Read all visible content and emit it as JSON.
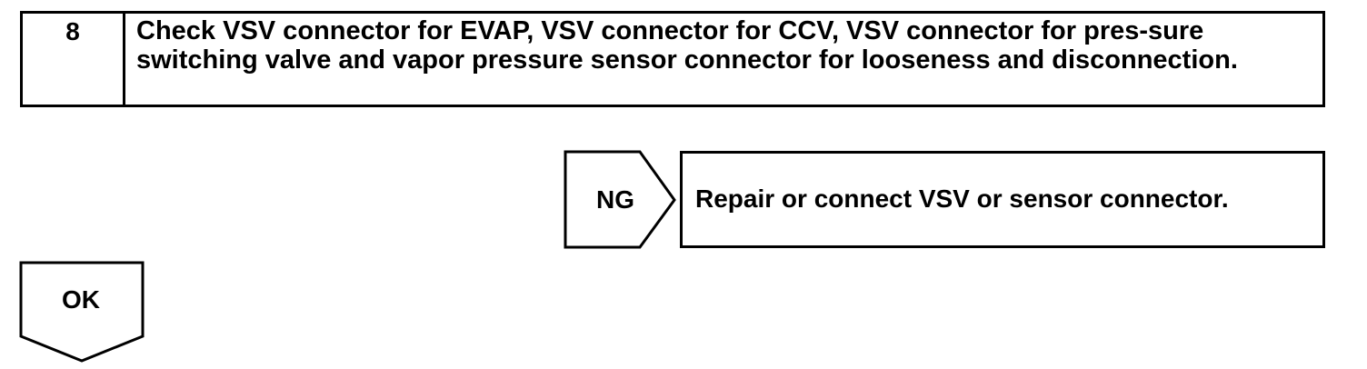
{
  "step": {
    "number": "8",
    "text": "Check VSV connector for EVAP, VSV connector for CCV, VSV connector for pres-sure switching valve and vapor pressure sensor connector for looseness and disconnection."
  },
  "branch_ng": {
    "label": "NG",
    "action": "Repair or connect VSV or sensor connector."
  },
  "branch_ok": {
    "label": "OK"
  }
}
